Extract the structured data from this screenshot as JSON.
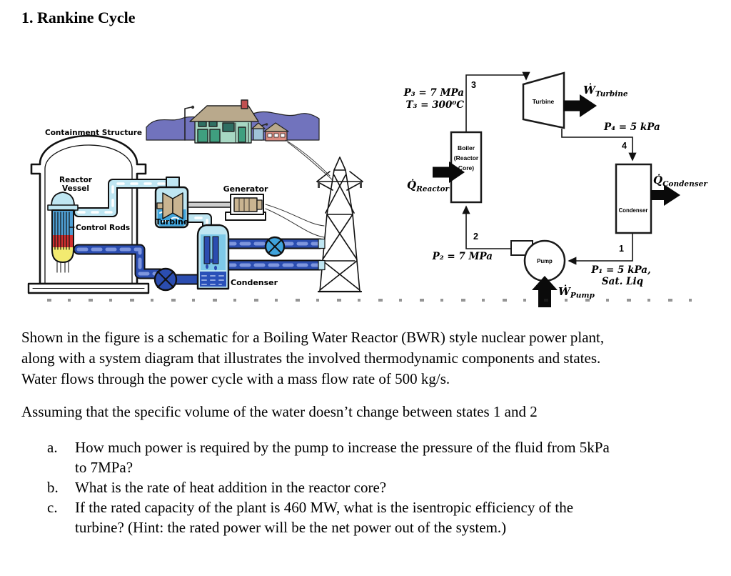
{
  "title": "1. Rankine Cycle",
  "schematic": {
    "containment_label": "Containment Structure",
    "reactor_vessel_label": [
      "Reactor",
      "Vessel"
    ],
    "control_rods_label": "Control Rods",
    "turbine_label": "Turbine",
    "generator_label": "Generator",
    "condenser_label": "Condenser",
    "colors": {
      "steam_pipe": "#bfe6f2",
      "water_pipe": "#2b4db0",
      "pipe_dash": "#7f96dd",
      "vessel_blue": "#4f9fd4",
      "condenser_blue": "#41a5dc",
      "fuel_red": "#d03030",
      "fuel_yellow": "#f2ea70",
      "machine_tan": "#c9b491",
      "hills_purple": "#7173bd",
      "house_green": "#a7d7c3",
      "roof_tan": "#b9a98c",
      "house_red": "#d98b80",
      "house_blue": "#9fc3d8"
    }
  },
  "diagram": {
    "boiler_label": [
      "Boiler",
      "(Reactor",
      "Core)"
    ],
    "turbine_label": "Turbine",
    "condenser_label": "Condenser",
    "pump_label": "Pump",
    "states": {
      "s1": "1",
      "s2": "2",
      "s3": "3",
      "s4": "4"
    },
    "p3": "P₃ = 7 MPa",
    "t3": "T₃ = 300⁰C",
    "p4": "P₄ = 5 kPa",
    "p2": "P₂ = 7 MPa",
    "p1_line1": "P₁ = 5 kPa,",
    "p1_line2": "Sat. Liq",
    "w_turbine": {
      "main": "Ẇ",
      "sub": "Turbine"
    },
    "w_pump": {
      "main": "Ẇ",
      "sub": "Pump"
    },
    "q_reactor": {
      "main": "Q̇",
      "sub": "Reactor"
    },
    "q_condenser": {
      "main": "Q̇",
      "sub": "Condenser"
    }
  },
  "body": {
    "para1_lines": [
      "Shown in the figure is a schematic for a Boiling Water Reactor (BWR) style nuclear power plant,",
      "along with a system diagram that illustrates the involved thermodynamic components and states.",
      "Water flows through the power cycle with a mass flow rate of 500 kg/s."
    ],
    "para2": "Assuming that the specific volume of the water doesn’t change between states 1 and 2",
    "items": [
      {
        "marker": "a.",
        "lines": [
          "How much power is required by the pump to increase the pressure of the fluid from 5kPa",
          "to 7MPa?"
        ]
      },
      {
        "marker": "b.",
        "lines": [
          "What is the rate of heat addition in the reactor core?"
        ]
      },
      {
        "marker": "c.",
        "lines": [
          "If the rated capacity of the plant is 460 MW, what is the isentropic efficiency of the",
          "turbine? (Hint: the rated power will be the net power out of the system.)"
        ]
      }
    ]
  }
}
